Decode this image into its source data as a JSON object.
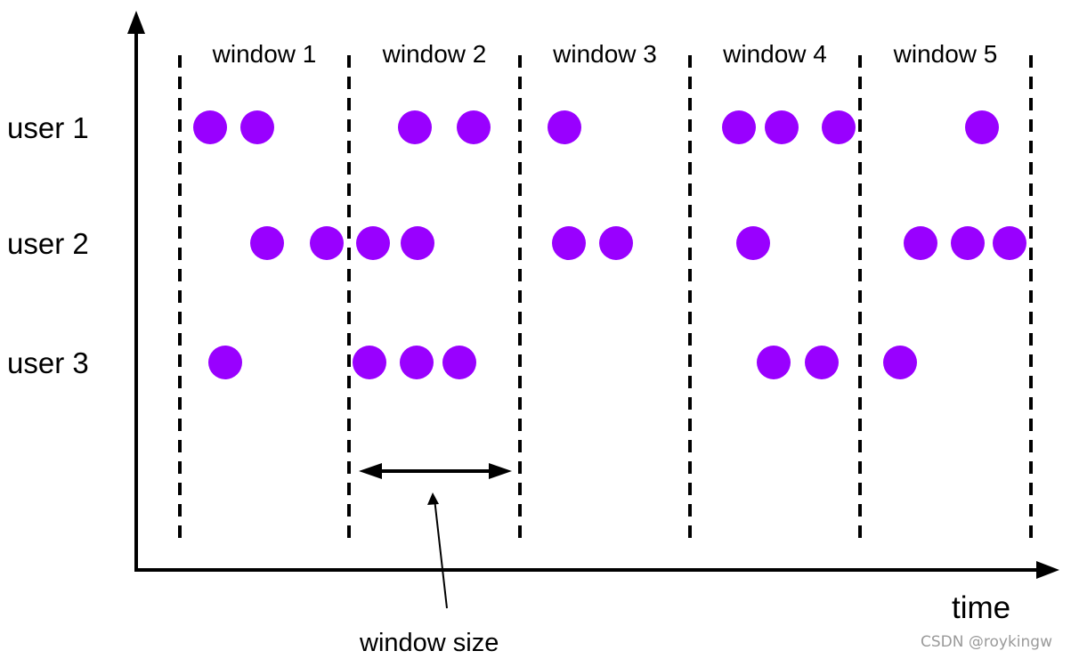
{
  "windows": [
    "window 1",
    "window 2",
    "window 3",
    "window 4",
    "window 5"
  ],
  "users": [
    "user 1",
    "user 2",
    "user 3"
  ],
  "x_axis_label": "time",
  "window_size_label": "window size",
  "watermark": "CSDN @roykingw",
  "colors": {
    "event_dot": "#9900ff",
    "lines": "#000000",
    "watermark": "#9a9a9a"
  },
  "events_per_window": {
    "user 1": [
      2,
      2,
      1,
      3,
      1
    ],
    "user 2": [
      2,
      2,
      2,
      1,
      3
    ],
    "user 3": [
      1,
      3,
      0,
      2,
      1
    ]
  }
}
